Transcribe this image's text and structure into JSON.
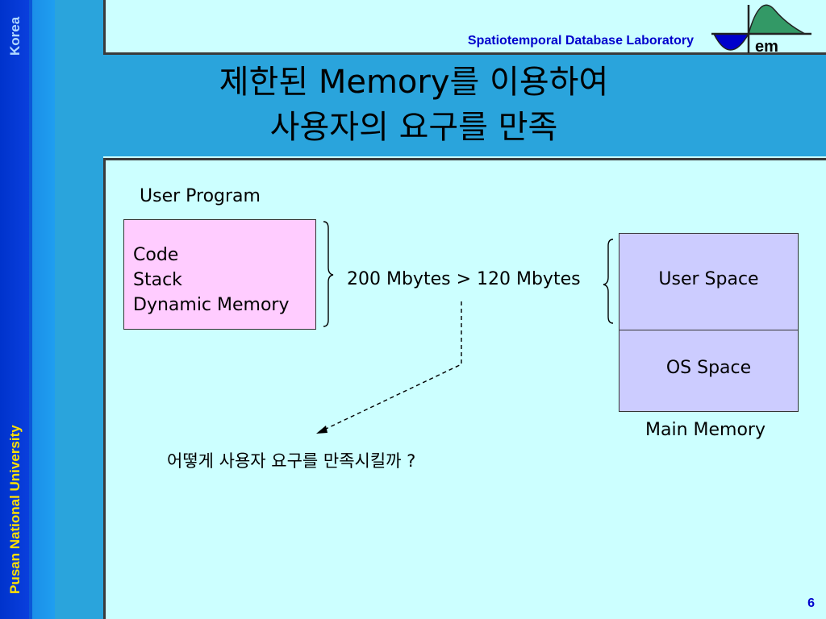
{
  "sidebar": {
    "top_text": "Korea",
    "bottom_text": "Pusan National University"
  },
  "header": {
    "lab_name": "Spatiotemporal Database Laboratory",
    "logo_text": "em"
  },
  "title": {
    "line1": "제한된 Memory를 이용하여",
    "line2": "사용자의 요구를 만족"
  },
  "diagram": {
    "user_program_label": "User Program",
    "program_items": [
      "Code",
      "Stack",
      "Dynamic Memory"
    ],
    "comparison": "200 Mbytes > 120 Mbytes",
    "memory_partitions": [
      "User Space",
      "OS Space"
    ],
    "main_memory_label": "Main Memory",
    "question": "어떻게 사용자 요구를 만족시킬까 ?"
  },
  "footer": {
    "page_number": "6"
  },
  "colors": {
    "background": "#ccffff",
    "band_blue": "#0033cc",
    "accent_blue": "#2aa4dc",
    "program_box": "#ffccff",
    "memory_box": "#ccccff",
    "logo_green": "#339966",
    "logo_blue": "#0000cc",
    "text_blue": "#0000cc",
    "text_yellow": "#ffe000"
  }
}
